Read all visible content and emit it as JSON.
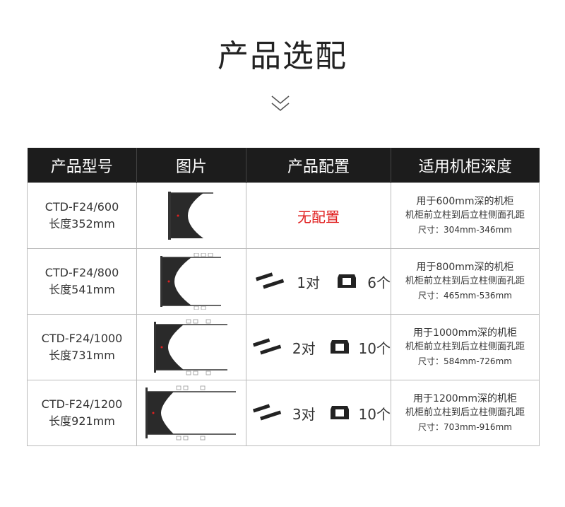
{
  "page": {
    "title": "产品选配"
  },
  "table": {
    "headers": [
      "产品型号",
      "图片",
      "产品配置",
      "适用机柜深度"
    ],
    "rows": [
      {
        "model": "CTD-F24/600",
        "length": "长度352mm",
        "no_config": "无配置",
        "depth_line1": "用于600mm深的机柜",
        "depth_line2": "机柜前立柱到后立柱侧面孔距",
        "depth_line3": "尺寸：304mm-346mm"
      },
      {
        "model": "CTD-F24/800",
        "length": "长度541mm",
        "rail_count": "1对",
        "clip_count": "6个",
        "depth_line1": "用于800mm深的机柜",
        "depth_line2": "机柜前立柱到后立柱侧面孔距",
        "depth_line3": "尺寸：465mm-536mm"
      },
      {
        "model": "CTD-F24/1000",
        "length": "长度731mm",
        "rail_count": "2对",
        "clip_count": "10个",
        "depth_line1": "用于1000mm深的机柜",
        "depth_line2": "机柜前立柱到后立柱侧面孔距",
        "depth_line3": "尺寸：584mm-726mm"
      },
      {
        "model": "CTD-F24/1200",
        "length": "长度921mm",
        "rail_count": "3对",
        "clip_count": "10个",
        "depth_line1": "用于1200mm深的机柜",
        "depth_line2": "机柜前立柱到后立柱侧面孔距",
        "depth_line3": "尺寸：703mm-916mm"
      }
    ]
  },
  "colors": {
    "header_bg": "#1c1c1c",
    "header_text": "#ffffff",
    "no_config": "#e02020",
    "border": "#bbbbbb"
  },
  "icons": [
    "chevron-down-icon",
    "rail-icon",
    "cable-clip-icon",
    "cable-tray-image"
  ]
}
